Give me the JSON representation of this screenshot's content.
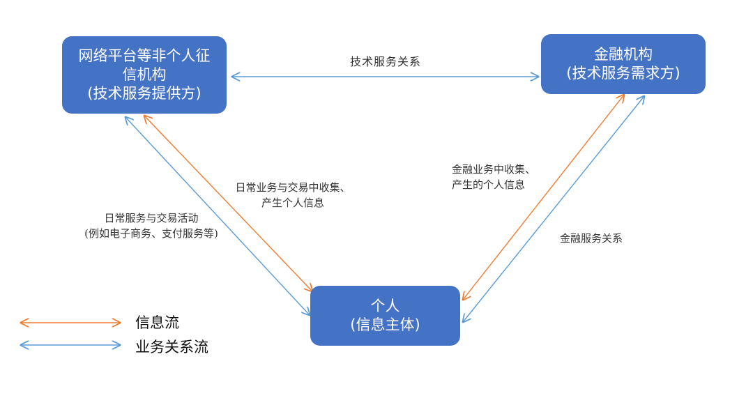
{
  "nodes": {
    "platform": {
      "line1": "网络平台等非个人征",
      "line2": "信机构",
      "line3": "(技术服务提供方)"
    },
    "finance": {
      "line1": "金融机构",
      "line2": "(技术服务需求方)"
    },
    "person": {
      "line1": "个人",
      "line2": "(信息主体)"
    }
  },
  "edges": {
    "tech_service": "技术服务关系",
    "daily_collect": {
      "line1": "日常业务与交易中收集、",
      "line2": "产生个人信息"
    },
    "daily_service": {
      "line1": "日常服务与交易活动",
      "line2": "(例如电子商务、支付服务等)"
    },
    "finance_collect": {
      "line1": "金融业务中收集、",
      "line2": "产生的个人信息"
    },
    "finance_service": "金融服务关系"
  },
  "legend": {
    "info_flow": "信息流",
    "business_flow": "业务关系流"
  },
  "colors": {
    "node_fill": "#4472c4",
    "info_flow": "#ed7d31",
    "business_flow": "#5b9bd5"
  }
}
